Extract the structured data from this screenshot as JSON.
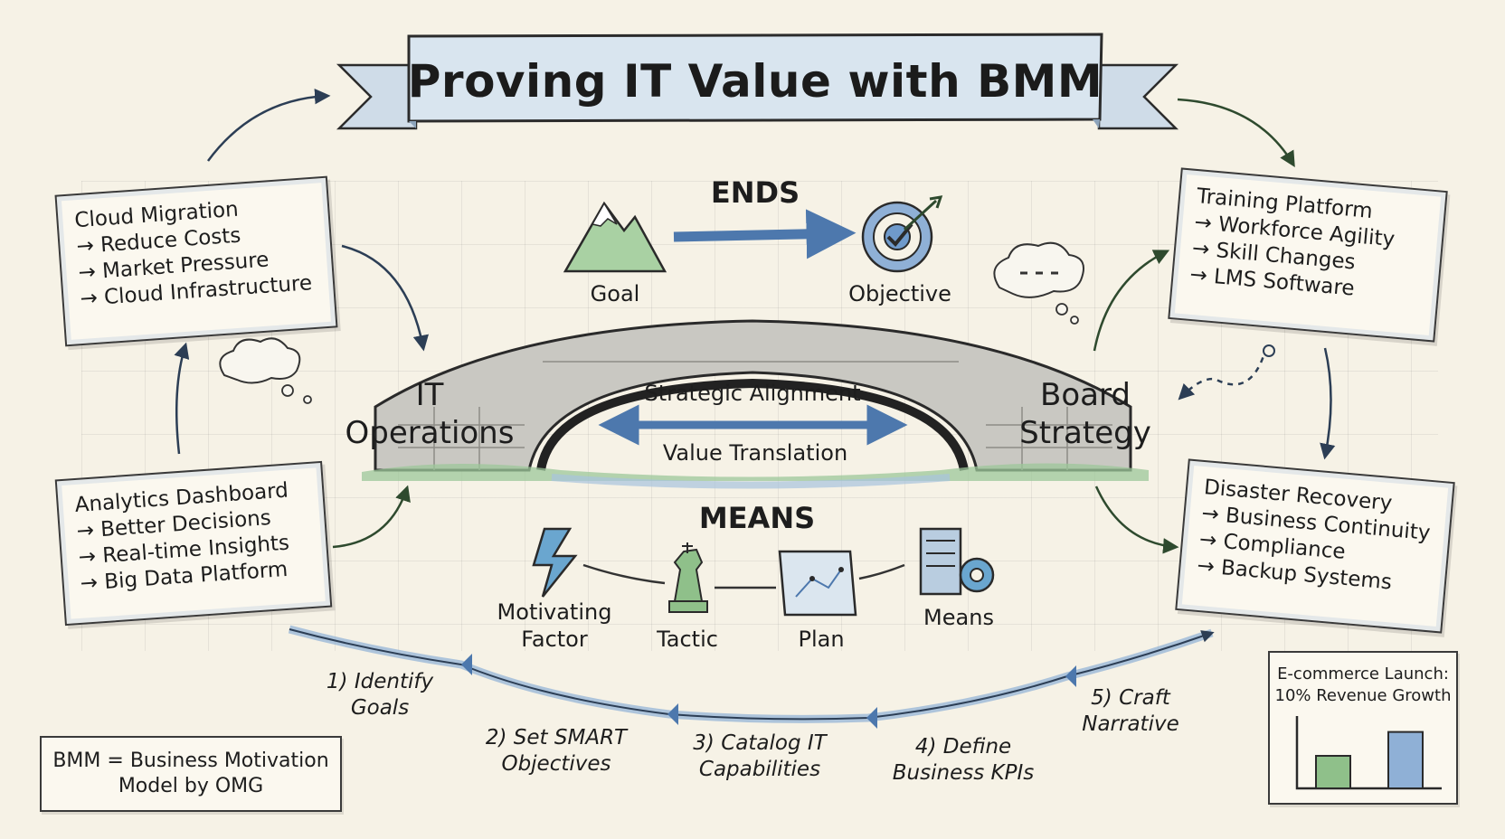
{
  "title": "Proving IT Value with BMM",
  "ends": {
    "heading": "ENDS",
    "goal_label": "Goal",
    "objective_label": "Objective"
  },
  "bridge": {
    "left_label_line1": "IT",
    "left_label_line2": "Operations",
    "right_label_line1": "Board",
    "right_label_line2": "Strategy",
    "top_caption": "Strategic Alignment",
    "bottom_caption": "Value Translation"
  },
  "means": {
    "heading": "MEANS",
    "items": [
      {
        "line1": "Motivating",
        "line2": "Factor"
      },
      {
        "line1": "Tactic",
        "line2": ""
      },
      {
        "line1": "Plan",
        "line2": ""
      },
      {
        "line1": "Means",
        "line2": ""
      }
    ]
  },
  "cards": {
    "cloud": {
      "head": "Cloud Migration",
      "items": [
        "Reduce Costs",
        "Market Pressure",
        "Cloud Infrastructure"
      ]
    },
    "analytics": {
      "head": "Analytics Dashboard",
      "items": [
        "Better Decisions",
        "Real-time Insights",
        "Big Data Platform"
      ]
    },
    "training": {
      "head": "Training Platform",
      "items": [
        "Workforce Agility",
        "Skill Changes",
        "LMS Software"
      ]
    },
    "disaster": {
      "head": "Disaster Recovery",
      "items": [
        "Business Continuity",
        "Compliance",
        "Backup Systems"
      ]
    }
  },
  "steps": [
    {
      "line1": "1) Identify",
      "line2": "Goals"
    },
    {
      "line1": "2) Set SMART",
      "line2": "Objectives"
    },
    {
      "line1": "3) Catalog IT",
      "line2": "Capabilities"
    },
    {
      "line1": "4) Define",
      "line2": "Business KPIs"
    },
    {
      "line1": "5) Craft",
      "line2": "Narrative"
    }
  ],
  "legend_note": {
    "line1": "BMM = Business Motivation",
    "line2": "Model by OMG"
  },
  "ecommerce": {
    "line1": "E-commerce Launch:",
    "line2": "10% Revenue Growth",
    "chart_data": {
      "type": "bar",
      "categories": [
        "",
        ""
      ],
      "values": [
        45,
        78
      ],
      "ylim": [
        0,
        100
      ],
      "colors": [
        "#8fc08a",
        "#8fb0d6"
      ]
    }
  },
  "colors": {
    "ink": "#1d1d1d",
    "blue": "#5e86b8",
    "green": "#78ac72",
    "paper": "#f6f2e6"
  }
}
